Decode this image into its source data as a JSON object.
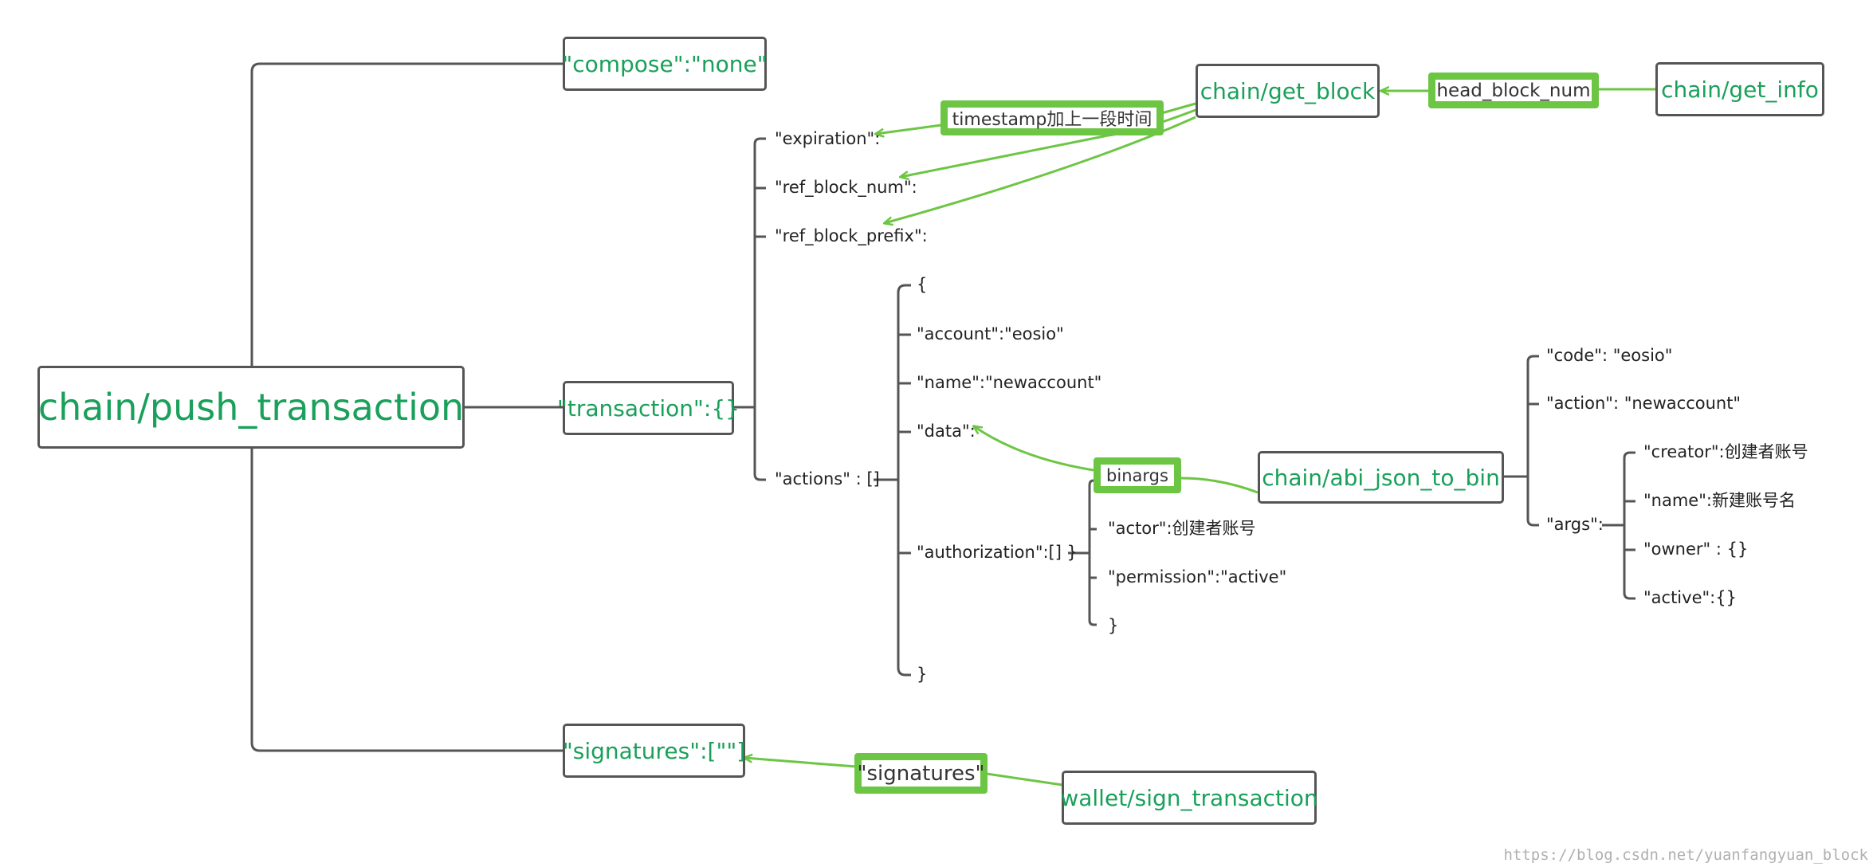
{
  "colors": {
    "node_text": "#1aa05a",
    "node_border": "#555555",
    "connector": "#555555",
    "highlight": "#6cc644"
  },
  "nodes": {
    "root": "chain/push_transaction",
    "compose": "\"compose\":\"none\"",
    "transaction": "\"transaction\":{}",
    "signatures": "\"signatures\":[\"\"]",
    "get_block": "chain/get_block",
    "get_info": "chain/get_info",
    "abi_json_to_bin": "chain/abi_json_to_bin",
    "sign_transaction": "wallet/sign_transaction"
  },
  "tags": {
    "timestamp": "timestamp加上一段时间",
    "head_block_num": "head_block_num",
    "binargs": "binargs",
    "signatures": "\"signatures\""
  },
  "fields": {
    "expiration": "\"expiration\":",
    "ref_block_num": "\"ref_block_num\":",
    "ref_block_prefix": "\"ref_block_prefix\":",
    "actions": "\"actions\" : []",
    "open_brace": "{",
    "account": "\"account\":\"eosio\"",
    "name": "\"name\":\"newaccount\"",
    "data": "\"data\":",
    "authorization": "\"authorization\":[]  }",
    "close_brace": "}",
    "actor": "\"actor\":创建者账号",
    "permission": "\"permission\":\"active\"",
    "auth_close": "}",
    "code": "\"code\": \"eosio\"",
    "action": "\"action\": \"newaccount\"",
    "args": "\"args\":",
    "creator": "\"creator\":创建者账号",
    "arg_name": "\"name\":新建账号名",
    "owner": "\"owner\" : {}",
    "active": "\"active\":{}"
  },
  "watermark": "https://blog.csdn.net/yuanfangyuan_block"
}
